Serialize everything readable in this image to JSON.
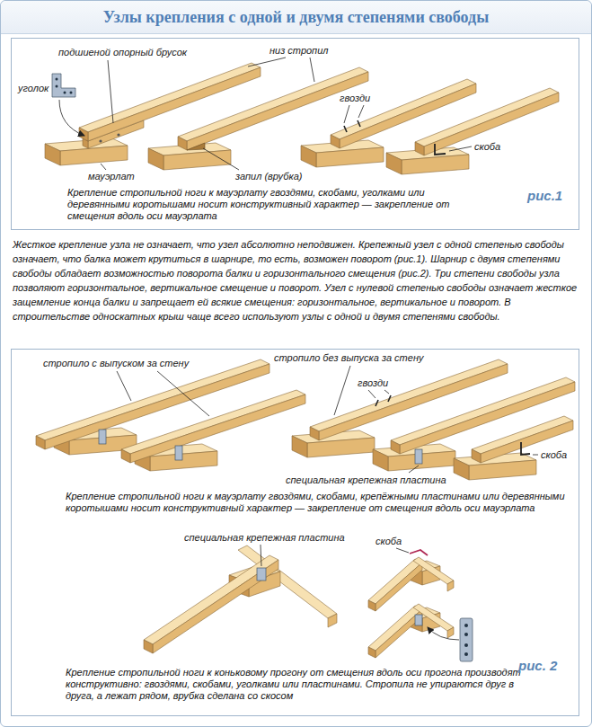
{
  "diagram": {
    "title": "Узлы крепления с одной и двумя степенями свободы",
    "nodes": [
      {
        "text": [
          "Крепление стропильной ноги к мауэрлату гвоздями, скобами, уголками или деревянными коротышами носит конструктивный характер — закрепление от смещения вдоль оси мауэрлата",
          "рис.1"
        ]
      },
      {
        "text": [
          "Крепление стропильной ноги к мауэрлату гвоздями, скобами, крепёжными пластинами или деревянными коротышами носит конструктивный характер — закрепление от смещения вдоль оси мауэрлата",
          "Крепление стропильной ноги к коньковому прогону от смещения вдоль оси прогона производят конструктивно: гвоздями, скобами, уголками или пластинами. Стропила не упираются друг в друга, а лежат рядом, врубка сделана со скосом",
          "рис. 2"
        ]
      }
    ],
    "labels": [
      "подшиеной опорный брусок",
      "уголок",
      "низ стропил",
      "гвозди",
      "мауэрлат",
      "запил (врубка)",
      "скоба",
      "Жесткое крепление узла не означает, что узел абсолютно неподвижен. Крепежный узел с одной степенью свободы означает, что балка может крутиться в шарнире, то есть, возможен поворот (рис.1). Шарнир с двумя степенями свободы обладает возможностью поворота балки и горизонтального смещения (рис.2). Три степени свободы узла позволяют горизонтальное, вертикальное смещение и поворот. Узел с нулевой степенью свободы означает жесткое защемление конца балки и запрещает ей всякие смещения: горизонтальное, вертикальное и поворот. В строительстве односкатных крыш чаще всего используют узлы с одной и двумя степенями свободы.",
      "стропило с выпуском за стену",
      "стропило без выпуска за стену",
      "гвозди",
      "специальная крепежная пластина",
      "скоба",
      "специальная крепежная пластина",
      "скоба"
    ]
  }
}
